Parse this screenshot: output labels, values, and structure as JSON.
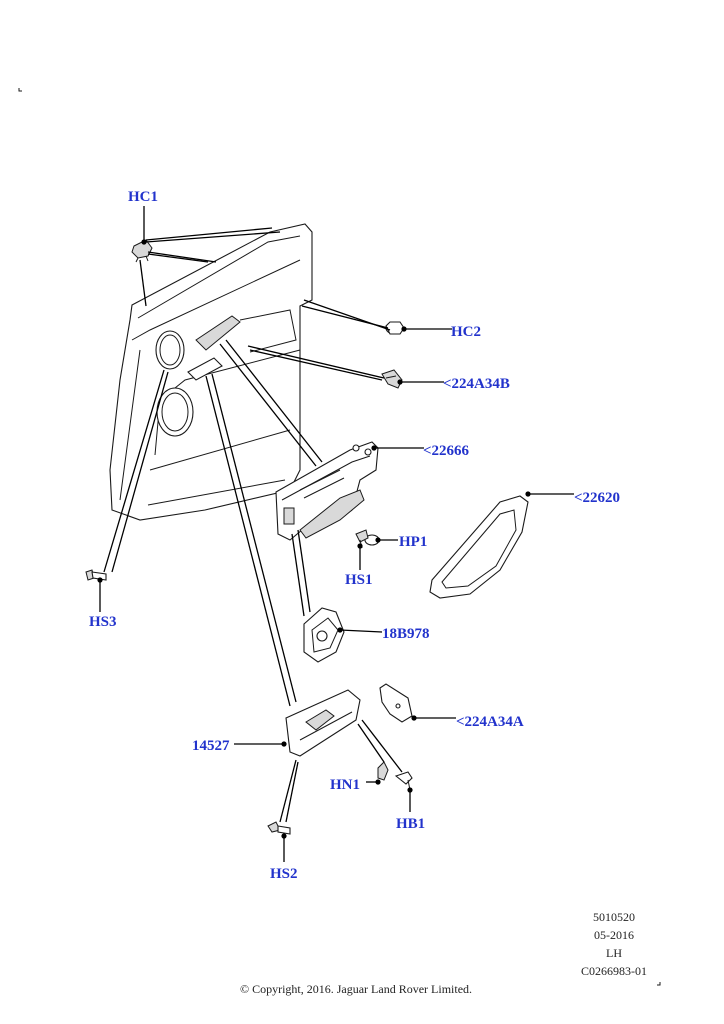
{
  "callouts": {
    "hc1": "HC1",
    "hc2": "HC2",
    "p224a34b": "<224A34B",
    "p22666": "<22666",
    "p22620": "<22620",
    "hp1": "HP1",
    "hs1": "HS1",
    "hs3": "HS3",
    "p18b978": "18B978",
    "p224a34a": "<224A34A",
    "p14527": "14527",
    "hn1": "HN1",
    "hb1": "HB1",
    "hs2": "HS2"
  },
  "meta": {
    "ref_number": "5010520",
    "date": "05-2016",
    "side": "LH",
    "drawing_code": "C0266983-01"
  },
  "footer": {
    "copyright": "© Copyright, 2016. Jaguar Land Rover Limited."
  },
  "colors": {
    "callout": "#2233cc",
    "lines": "#000000"
  }
}
